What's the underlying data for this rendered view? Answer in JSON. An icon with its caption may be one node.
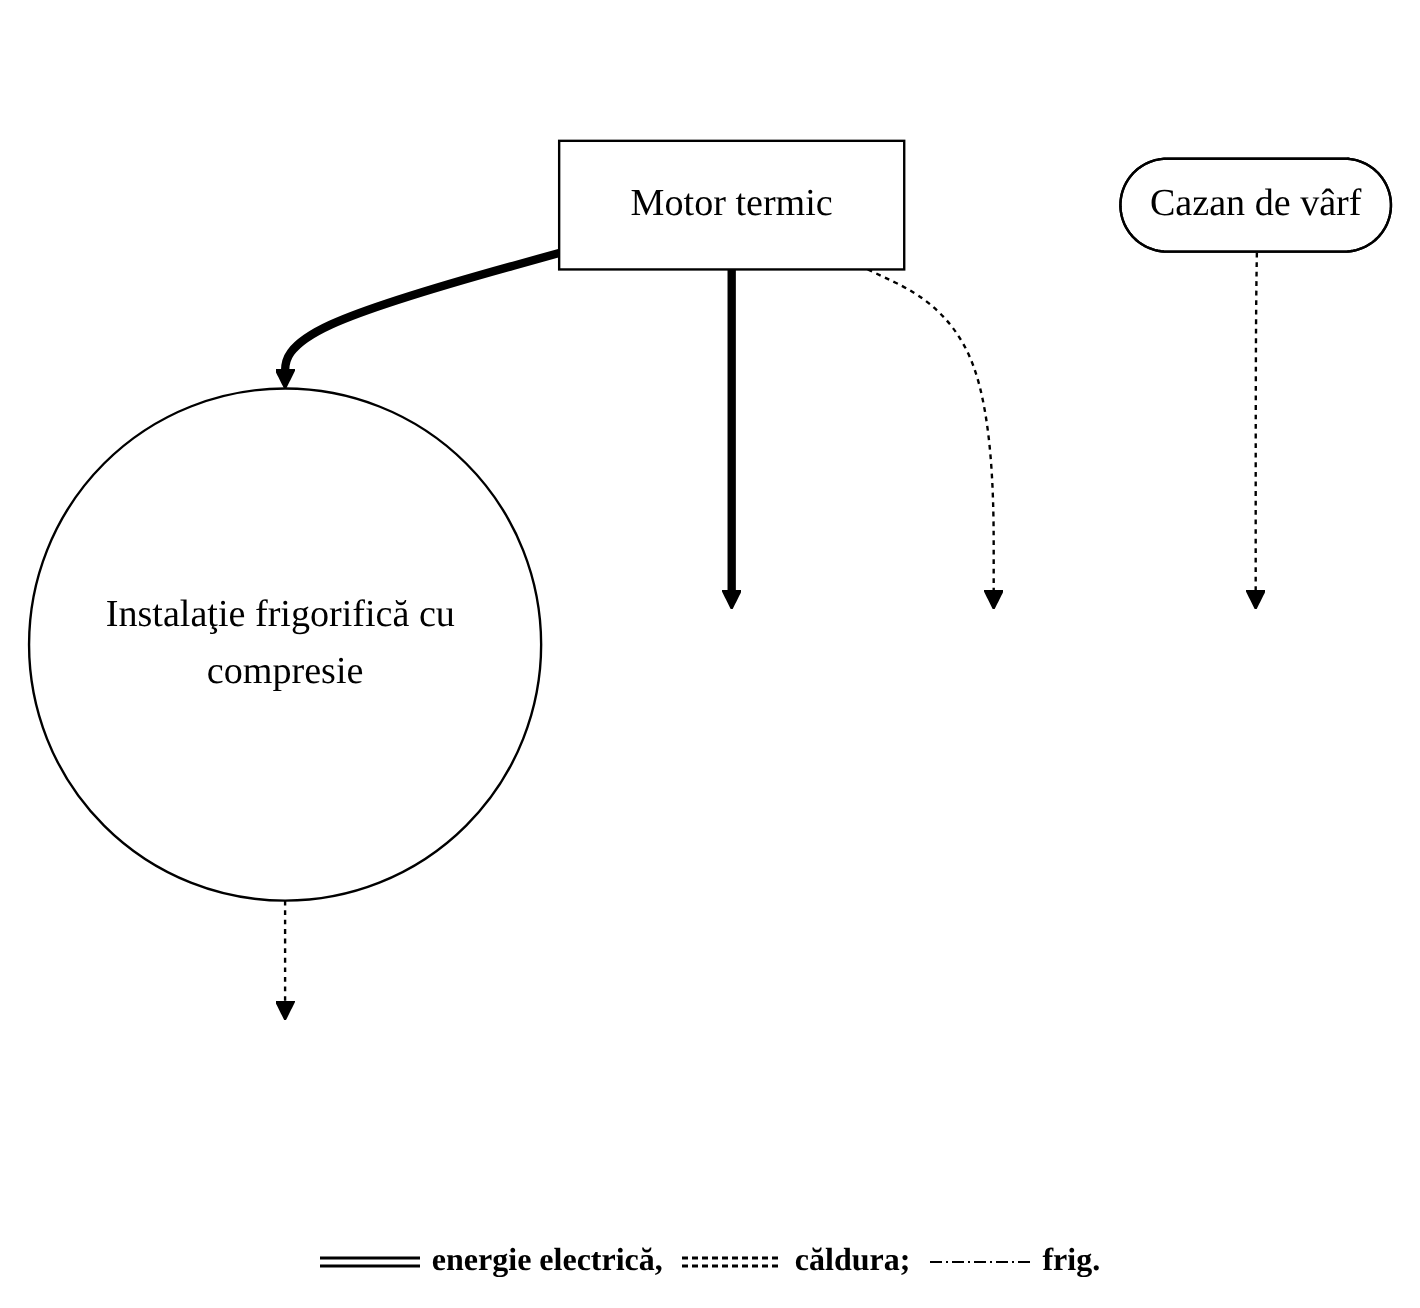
{
  "diagram": {
    "nodes": [
      {
        "text": [
          "Motor termic"
        ]
      },
      {
        "text": [
          "Cazan de vârf"
        ]
      },
      {
        "text": [
          "Instalaţie frigorifică cu compresie"
        ]
      }
    ],
    "edges": [
      {
        "from": 0,
        "to": null,
        "arrow": "to",
        "style": "thick"
      },
      {
        "from": 0,
        "to": 2,
        "arrow": "to",
        "style": "thick"
      },
      {
        "from": 0,
        "to": null,
        "arrow": "to",
        "style": "dashed"
      },
      {
        "from": 1,
        "to": null,
        "arrow": "to",
        "style": "dashed"
      },
      {
        "from": 2,
        "to": null,
        "arrow": "to",
        "style": "dashed"
      }
    ],
    "legend": [
      {
        "text": "energie electrică,"
      },
      {
        "text": "căldura;"
      },
      {
        "text": "frig."
      }
    ]
  }
}
